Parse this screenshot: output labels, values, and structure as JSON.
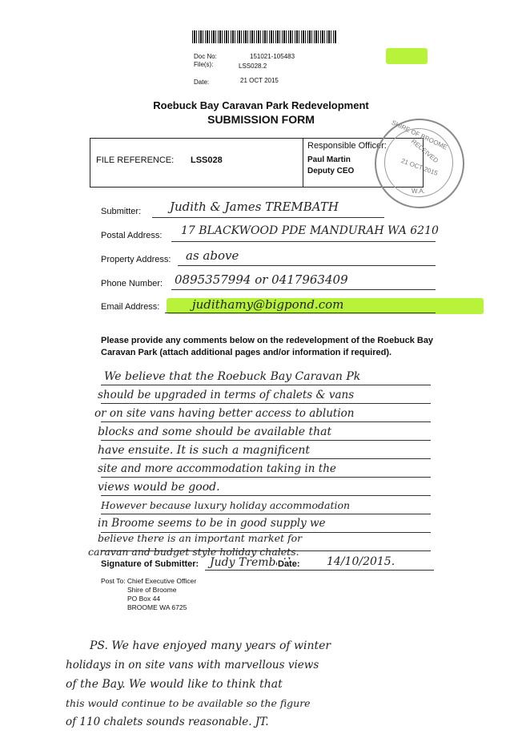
{
  "header": {
    "doc_no_label": "Doc No:",
    "doc_no_value": "151021-105483",
    "files_label": "File(s):",
    "files_value": "LSS028.2",
    "date_label": "Date:",
    "date_value": "21 OCT 2015"
  },
  "form": {
    "title": "Roebuck Bay Caravan Park Redevelopment",
    "subtitle": "SUBMISSION FORM",
    "file_reference_label": "FILE REFERENCE:",
    "file_reference_value": "LSS028",
    "responsible_officer_label": "Responsible Officer:",
    "responsible_officer_name": "Paul Martin",
    "responsible_officer_title": "Deputy CEO"
  },
  "stamp": {
    "line1": "SHIRE OF BROOME",
    "line2": "RECEIVED",
    "date": "21 OCT 2015",
    "state": "W.A."
  },
  "fields": {
    "submitter_label": "Submitter:",
    "submitter_value": "Judith & James   TREMBATH",
    "postal_label": "Postal Address:",
    "postal_value": "17  BLACKWOOD  PDE   MANDURAH   WA 6210",
    "property_label": "Property Address:",
    "property_value": "as above",
    "phone_label": "Phone Number:",
    "phone_value": "0895357994   or  0417963409",
    "email_label": "Email Address:",
    "email_value": "judithamy@bigpond.com"
  },
  "comments": {
    "instructions": "Please provide any comments below on the redevelopment of the Roebuck Bay Caravan Park (attach additional pages and/or information if required).",
    "lines": [
      "We believe that the Roebuck Bay Caravan Pk",
      "should be upgraded in terms of chalets & vans",
      "or on site vans having better access to ablution",
      "blocks and some should be available that",
      "have ensuite. It is such a magnificent",
      "site and more accommodation taking in the",
      "views would be good.",
      "However because luxury holiday accommodation",
      "in Broome seems to be in good supply we",
      "believe there is an important market for",
      "caravan and budget style holiday chalets."
    ]
  },
  "signature": {
    "label": "Signature of Submitter:",
    "value": "Judy Trembath",
    "date_label": "Date:",
    "date_value": "14/10/2015."
  },
  "post_to": {
    "line1": "Post To: Chief Executive Officer",
    "line2": "Shire of Broome",
    "line3": "PO Box 44",
    "line4": "BROOME WA 6725"
  },
  "postscript": {
    "lines": [
      "PS.  We have enjoyed many years of winter",
      "holidays in on site vans with marvellous views",
      "of the Bay.  We would like to think that",
      "this would continue to be available so the figure",
      "of 110 chalets sounds reasonable.      JT."
    ]
  }
}
